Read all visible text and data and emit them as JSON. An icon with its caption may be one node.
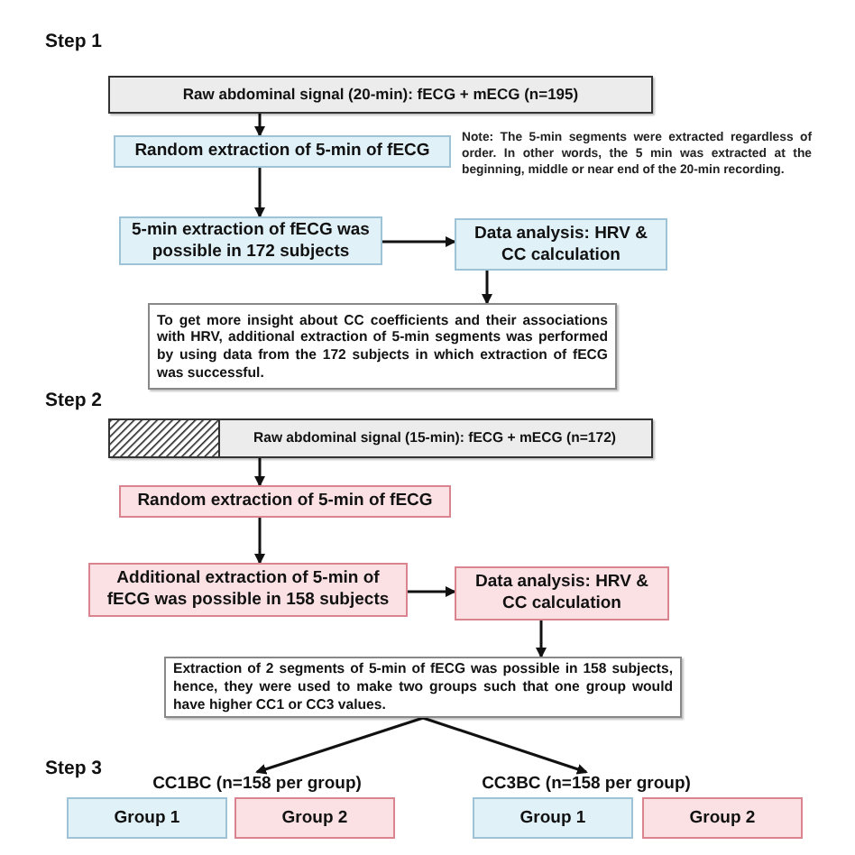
{
  "diagram": {
    "nodes": [
      {
        "text": [
          "Raw abdominal signal (20-min): fECG + mECG (n=195)"
        ]
      },
      {
        "text": [
          "Random extraction of 5-min of  fECG"
        ]
      },
      {
        "text": [
          "5-min extraction of fECG was possible in 172 subjects"
        ]
      },
      {
        "text": [
          "Data analysis: HRV & CC calculation"
        ]
      },
      {
        "text": [
          "To get more insight about CC coefficients and their associations with HRV, additional extraction of 5-min segments was performed by using data from the 172 subjects in which extraction of fECG was successful."
        ]
      },
      {
        "text": [
          "Raw abdominal signal (15-min): fECG + mECG (n=172)"
        ]
      },
      {
        "text": [
          "Random extraction of 5-min of  fECG"
        ]
      },
      {
        "text": [
          "Additional extraction of 5-min of fECG was possible in 158 subjects"
        ]
      },
      {
        "text": [
          "Data analysis: HRV & CC calculation"
        ]
      },
      {
        "text": [
          "Extraction of 2 segments of 5-min of fECG was possible in 158 subjects, hence, they were used to make two groups such that one group would have higher CC1 or CC3 values."
        ]
      },
      {
        "text": [
          "CC1BC (n=158 per group)"
        ]
      },
      {
        "text": [
          "Group 1"
        ]
      },
      {
        "text": [
          "Group 2"
        ]
      },
      {
        "text": [
          "CC3BC (n=158 per group)"
        ]
      },
      {
        "text": [
          "Group 1"
        ]
      },
      {
        "text": [
          "Group 2"
        ]
      }
    ],
    "edges": [
      {
        "from": 0,
        "to": 1,
        "arrow": "to"
      },
      {
        "from": 1,
        "to": 2,
        "arrow": "to"
      },
      {
        "from": 2,
        "to": 3,
        "arrow": "to"
      },
      {
        "from": 3,
        "to": 4,
        "arrow": "to"
      },
      {
        "from": 5,
        "to": 6,
        "arrow": "to"
      },
      {
        "from": 6,
        "to": 7,
        "arrow": "to"
      },
      {
        "from": 7,
        "to": 8,
        "arrow": "to"
      },
      {
        "from": 8,
        "to": 9,
        "arrow": "to"
      },
      {
        "from": 9,
        "to": 10,
        "arrow": "to"
      },
      {
        "from": 9,
        "to": 13,
        "arrow": "to"
      }
    ],
    "labels": [
      "Step 1",
      "Note: The 5-min segments were extracted regardless of order. In other words, the 5 min was extracted at the beginning, middle or near end of the 20-min recording.",
      "Step 2",
      "Step 3"
    ]
  }
}
